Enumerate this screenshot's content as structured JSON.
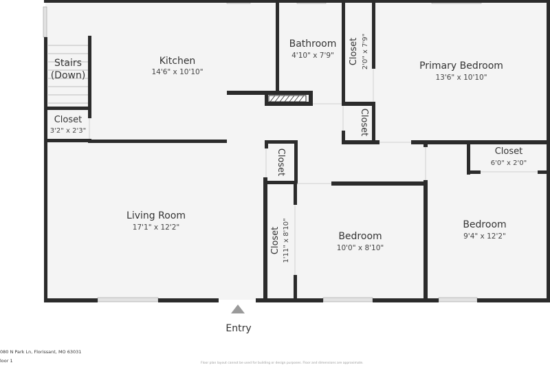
{
  "colors": {
    "wall": "#2b2b2b",
    "floor": "#f4f4f4",
    "window": "#e2e2e2",
    "entry_arrow": "#9a9a9a"
  },
  "rooms": {
    "kitchen": {
      "name": "Kitchen",
      "dims": "14'6\" x 10'10\""
    },
    "bathroom": {
      "name": "Bathroom",
      "dims": "4'10\" x 7'9\""
    },
    "primary_bedroom": {
      "name": "Primary Bedroom",
      "dims": "13'6\" x 10'10\""
    },
    "living_room": {
      "name": "Living Room",
      "dims": "17'1\" x 12'2\""
    },
    "bedroom_middle": {
      "name": "Bedroom",
      "dims": "10'0\" x 8'10\""
    },
    "bedroom_right": {
      "name": "Bedroom",
      "dims": "9'4\" x 12'2\""
    }
  },
  "stairs": {
    "line1": "Stairs",
    "line2": "(Down)"
  },
  "closets": {
    "left": {
      "name": "Closet",
      "dims": "3'2\" x 2'3\""
    },
    "bath_side": {
      "name": "Closet",
      "dims": "2'0\" x 7'9\""
    },
    "small_right": {
      "name": "Closet"
    },
    "hall": {
      "name": "Closet"
    },
    "bedroom_side": {
      "name": "Closet",
      "dims": "1'11\" x 8'10\""
    },
    "right_bedroom": {
      "name": "Closet",
      "dims": "6'0\" x 2'0\""
    }
  },
  "entry": {
    "label": "Entry"
  },
  "footer": {
    "address": "080 N Park Ln, Florissant, MO 63031",
    "floor": "loor 1",
    "disclaimer": "Floor plan layout cannot be used for building or design purposes. Floor and dimensions are approximate."
  }
}
